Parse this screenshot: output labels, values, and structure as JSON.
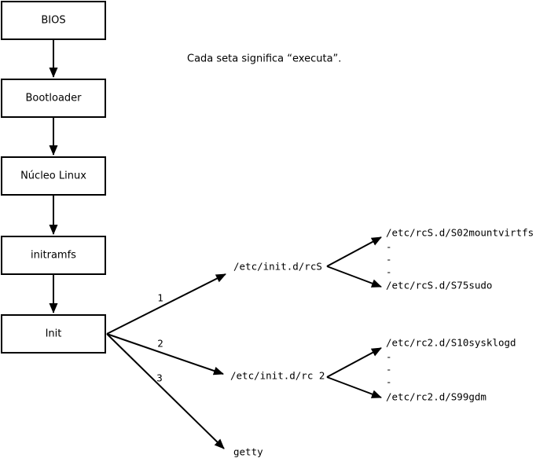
{
  "diagram": {
    "note": "Cada seta significa “executa”.",
    "boxes": [
      {
        "label": "BIOS"
      },
      {
        "label": "Bootloader"
      },
      {
        "label": "Núcleo Linux"
      },
      {
        "label": "initramfs"
      },
      {
        "label": "Init"
      }
    ],
    "branches": [
      {
        "number": "1",
        "target": "/etc/init.d/rcS",
        "children": {
          "first": "/etc/rcS.d/S02mountvirtfs",
          "dots": [
            "-",
            "-",
            "-"
          ],
          "last": "/etc/rcS.d/S75sudo"
        }
      },
      {
        "number": "2",
        "target": "/etc/init.d/rc 2",
        "children": {
          "first": "/etc/rc2.d/S10sysklogd",
          "dots": [
            "-",
            "-",
            "-"
          ],
          "last": "/etc/rc2.d/S99gdm"
        }
      },
      {
        "number": "3",
        "target": "getty"
      }
    ],
    "colors": {
      "stroke": "#000000",
      "background": "#ffffff"
    }
  }
}
